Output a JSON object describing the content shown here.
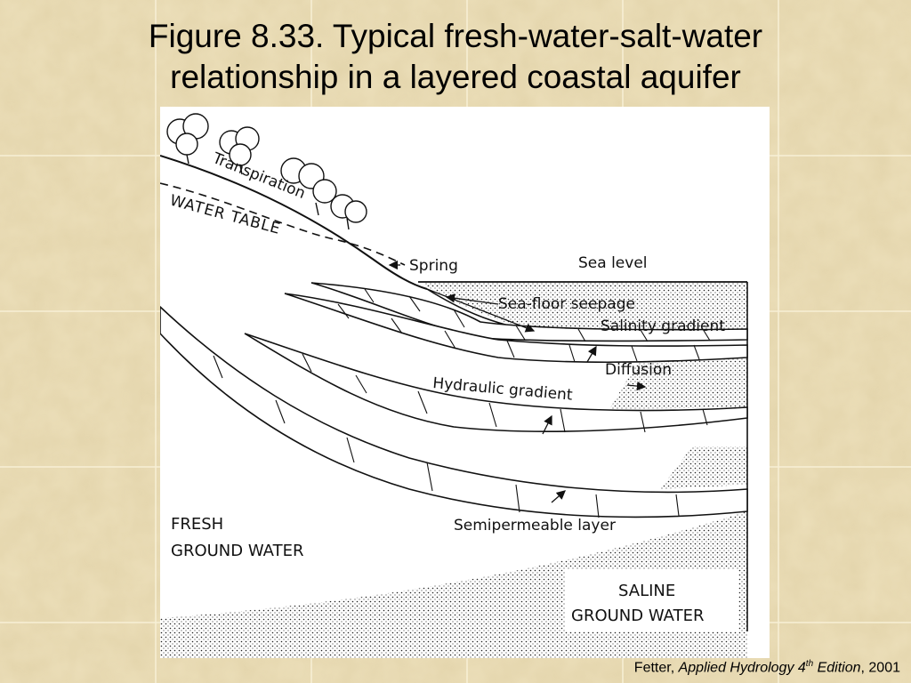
{
  "slide": {
    "title_line1": "Figure 8.33. Typical fresh-water-salt-water",
    "title_line2": "relationship in a layered coastal aquifer"
  },
  "diagram": {
    "labels": {
      "transpiration": "Transpiration",
      "water_table": "WATER TABLE",
      "spring": "Spring",
      "sea_level": "Sea level",
      "sea_floor_seepage": "Sea-floor seepage",
      "salinity_gradient": "Salinity gradient",
      "diffusion": "Diffusion",
      "hydraulic_gradient": "Hydraulic gradient",
      "semipermeable_layer": "Semipermeable layer",
      "fresh_line1": "FRESH",
      "fresh_line2": "GROUND WATER",
      "saline_line1": "SALINE",
      "saline_line2": "GROUND WATER"
    }
  },
  "credit": {
    "author": "Fetter, ",
    "book": "Applied Hydrology 4",
    "superscript": "th",
    "edition": " Edition",
    "year": ", 2001"
  },
  "colors": {
    "background": "#e9dcb4",
    "tile_lines": "#f6eed2",
    "ink": "#111111"
  }
}
